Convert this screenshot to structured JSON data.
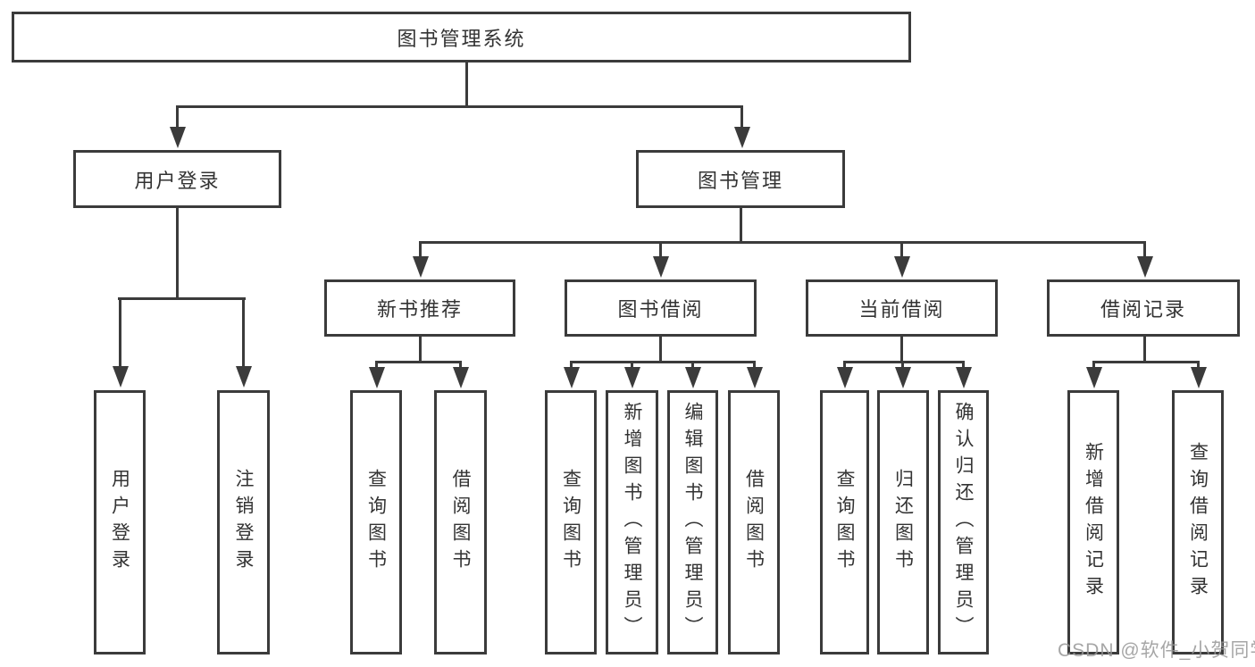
{
  "diagram": {
    "title": "图书管理系统",
    "nodes": {
      "root": "图书管理系统",
      "level2": [
        "用户登录",
        "图书管理"
      ],
      "level3": [
        "新书推荐",
        "图书借阅",
        "当前借阅",
        "借阅记录"
      ],
      "leaves_user": [
        "用户登录",
        "注销登录"
      ],
      "leaves_newbook": [
        "查询图书",
        "借阅图书"
      ],
      "leaves_borrow": [
        "查询图书",
        "新增图书（管理员）",
        "编辑图书（管理员）",
        "借阅图书"
      ],
      "leaves_current": [
        "查询图书",
        "归还图书",
        "确认归还（管理员）"
      ],
      "leaves_records": [
        "新增借阅记录",
        "查询借阅记录"
      ]
    },
    "watermark": "CSDN @软件_小贺同学",
    "colors": {
      "line": "#3b3b3b",
      "text": "#333333",
      "background": "#ffffff",
      "watermark": "#969696"
    }
  }
}
